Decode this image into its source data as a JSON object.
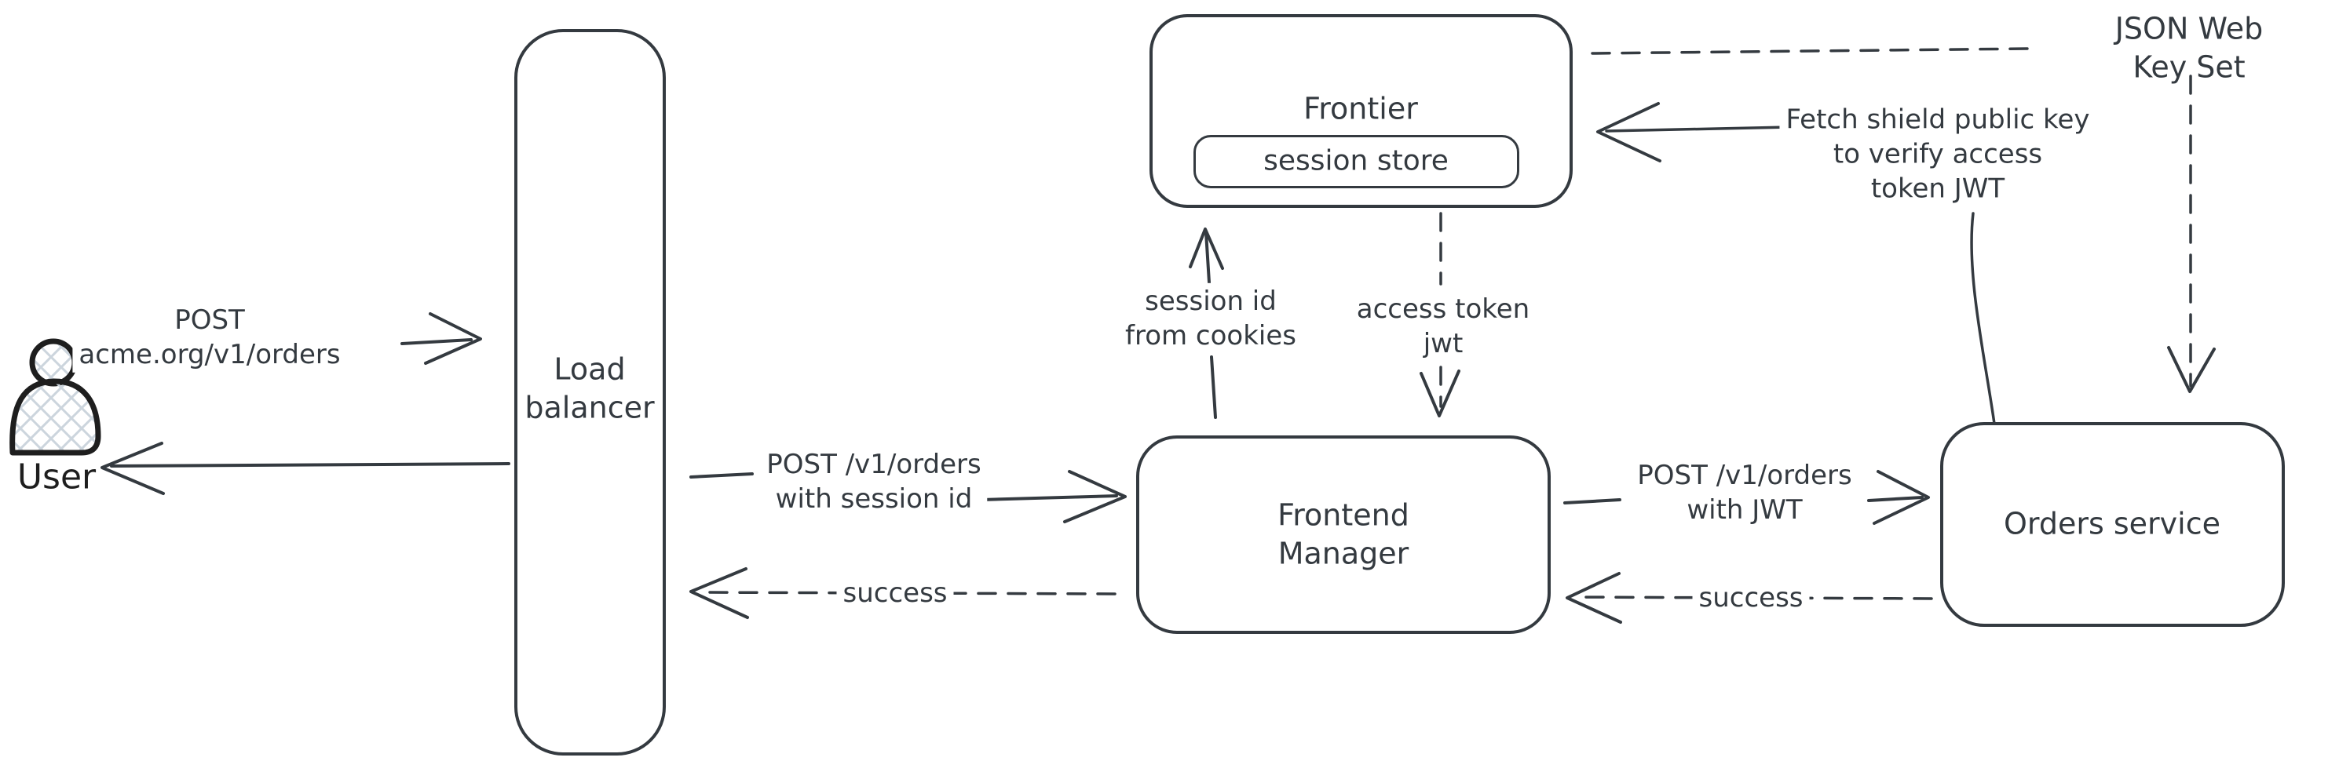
{
  "canvas": {
    "background": "#ffffff",
    "stroke_color": "#343a40",
    "user_stroke_color": "#1e1e1e",
    "hatch_fill_color": "#ccd5dd"
  },
  "nodes": {
    "user": {
      "label": "User"
    },
    "load_balancer": {
      "label": "Load\nbalancer"
    },
    "frontier": {
      "label": "Frontier"
    },
    "session_store": {
      "label": "session store"
    },
    "frontend_manager": {
      "label": "Frontend\nManager"
    },
    "orders_service": {
      "label": "Orders service"
    },
    "jwks": {
      "label": "JSON Web Key Set"
    }
  },
  "edges": {
    "user_to_lb": {
      "label": "POST\nacme.org/v1/orders",
      "style": "solid"
    },
    "lb_to_user": {
      "label": "",
      "style": "solid"
    },
    "lb_to_fm": {
      "label": "POST /v1/orders\nwith session id",
      "style": "solid"
    },
    "fm_to_lb": {
      "label": "success",
      "style": "dashed"
    },
    "fm_to_frontier": {
      "label": "session id\nfrom cookies",
      "style": "solid"
    },
    "frontier_to_fm": {
      "label": "access token\njwt",
      "style": "dashed"
    },
    "fm_to_orders": {
      "label": "POST /v1/orders\nwith JWT",
      "style": "solid"
    },
    "orders_to_fm": {
      "label": "success",
      "style": "dashed"
    },
    "orders_to_frontier": {
      "label": "Fetch shield public key\nto verify access\ntoken JWT",
      "style": "solid"
    },
    "frontier_to_jwks": {
      "label": "",
      "style": "dashed"
    },
    "jwks_to_orders": {
      "label": "",
      "style": "dashed"
    }
  }
}
